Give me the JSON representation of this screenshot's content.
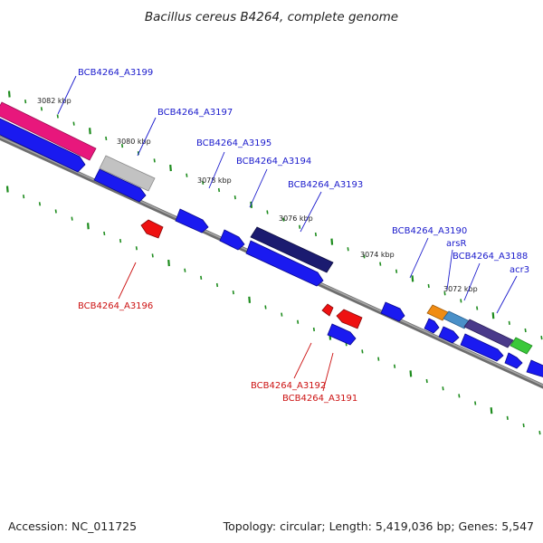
{
  "title": "Bacillus cereus B4264, complete genome",
  "footer": {
    "accession": "Accession: NC_011725",
    "topology": "Topology: circular; Length: 5,419,036 bp; Genes: 5,547"
  },
  "colors": {
    "forward_label": "#1a1acc",
    "reverse_label": "#cc1111",
    "backbone": "#808080",
    "tick": "#1e8c1e"
  },
  "scale_labels": [
    "3082 kbp",
    "3080 kbp",
    "3078 kbp",
    "3076 kbp",
    "3074 kbp",
    "3072 kbp"
  ],
  "gene_labels": [
    {
      "text": "BCB4264_A3199",
      "strand": "forward"
    },
    {
      "text": "BCB4264_A3197",
      "strand": "forward"
    },
    {
      "text": "BCB4264_A3195",
      "strand": "forward"
    },
    {
      "text": "BCB4264_A3194",
      "strand": "forward"
    },
    {
      "text": "BCB4264_A3193",
      "strand": "forward"
    },
    {
      "text": "BCB4264_A3190",
      "strand": "forward"
    },
    {
      "text": "arsR",
      "strand": "forward"
    },
    {
      "text": "BCB4264_A3188",
      "strand": "forward"
    },
    {
      "text": "acr3",
      "strand": "forward"
    },
    {
      "text": "BCB4264_A3196",
      "strand": "reverse"
    },
    {
      "text": "BCB4264_A3192",
      "strand": "reverse"
    },
    {
      "text": "BCB4264_A3191",
      "strand": "reverse"
    }
  ]
}
